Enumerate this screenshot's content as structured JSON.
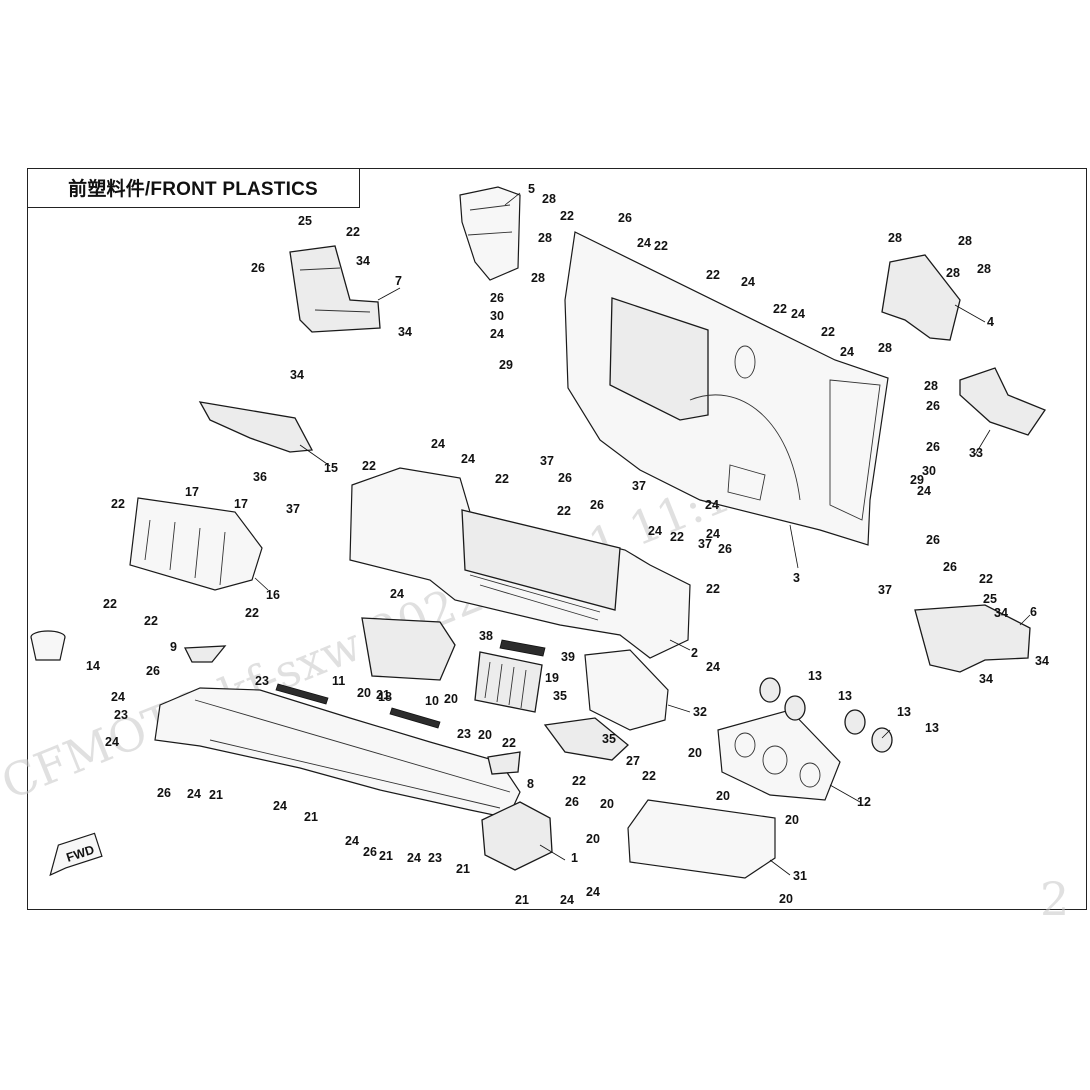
{
  "title": "前塑料件/FRONT PLASTICS",
  "watermark": "CFMOTO kf-sxw 2022-05-11 11:14:10",
  "watermark_corner": "2",
  "fwd_label": "FWD",
  "callouts": [
    "1",
    "2",
    "3",
    "4",
    "5",
    "6",
    "7",
    "8",
    "9",
    "10",
    "11",
    "12",
    "13",
    "14",
    "15",
    "16",
    "17",
    "18",
    "19",
    "20",
    "21",
    "22",
    "23",
    "24",
    "25",
    "26",
    "27",
    "28",
    "29",
    "30",
    "31",
    "32",
    "33",
    "34",
    "35",
    "36",
    "37",
    "38",
    "39"
  ]
}
